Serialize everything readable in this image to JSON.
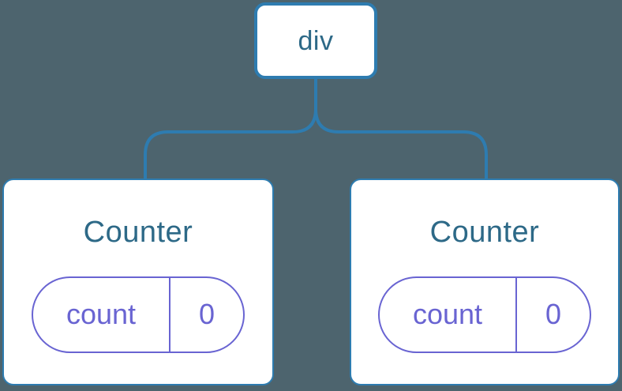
{
  "diagram": {
    "description": "Component tree with shared parent and two Counter children",
    "root_node": {
      "label": "div"
    },
    "children": [
      {
        "name": "Counter",
        "state": {
          "key": "count",
          "value": "0"
        }
      },
      {
        "name": "Counter",
        "state": {
          "key": "count",
          "value": "0"
        }
      }
    ]
  },
  "colors": {
    "background": "#4d646e",
    "connector_blue": "#2e7cb0",
    "node_text_blue": "#2d6987",
    "state_purple": "#6964d2",
    "card_background": "#ffffff"
  }
}
